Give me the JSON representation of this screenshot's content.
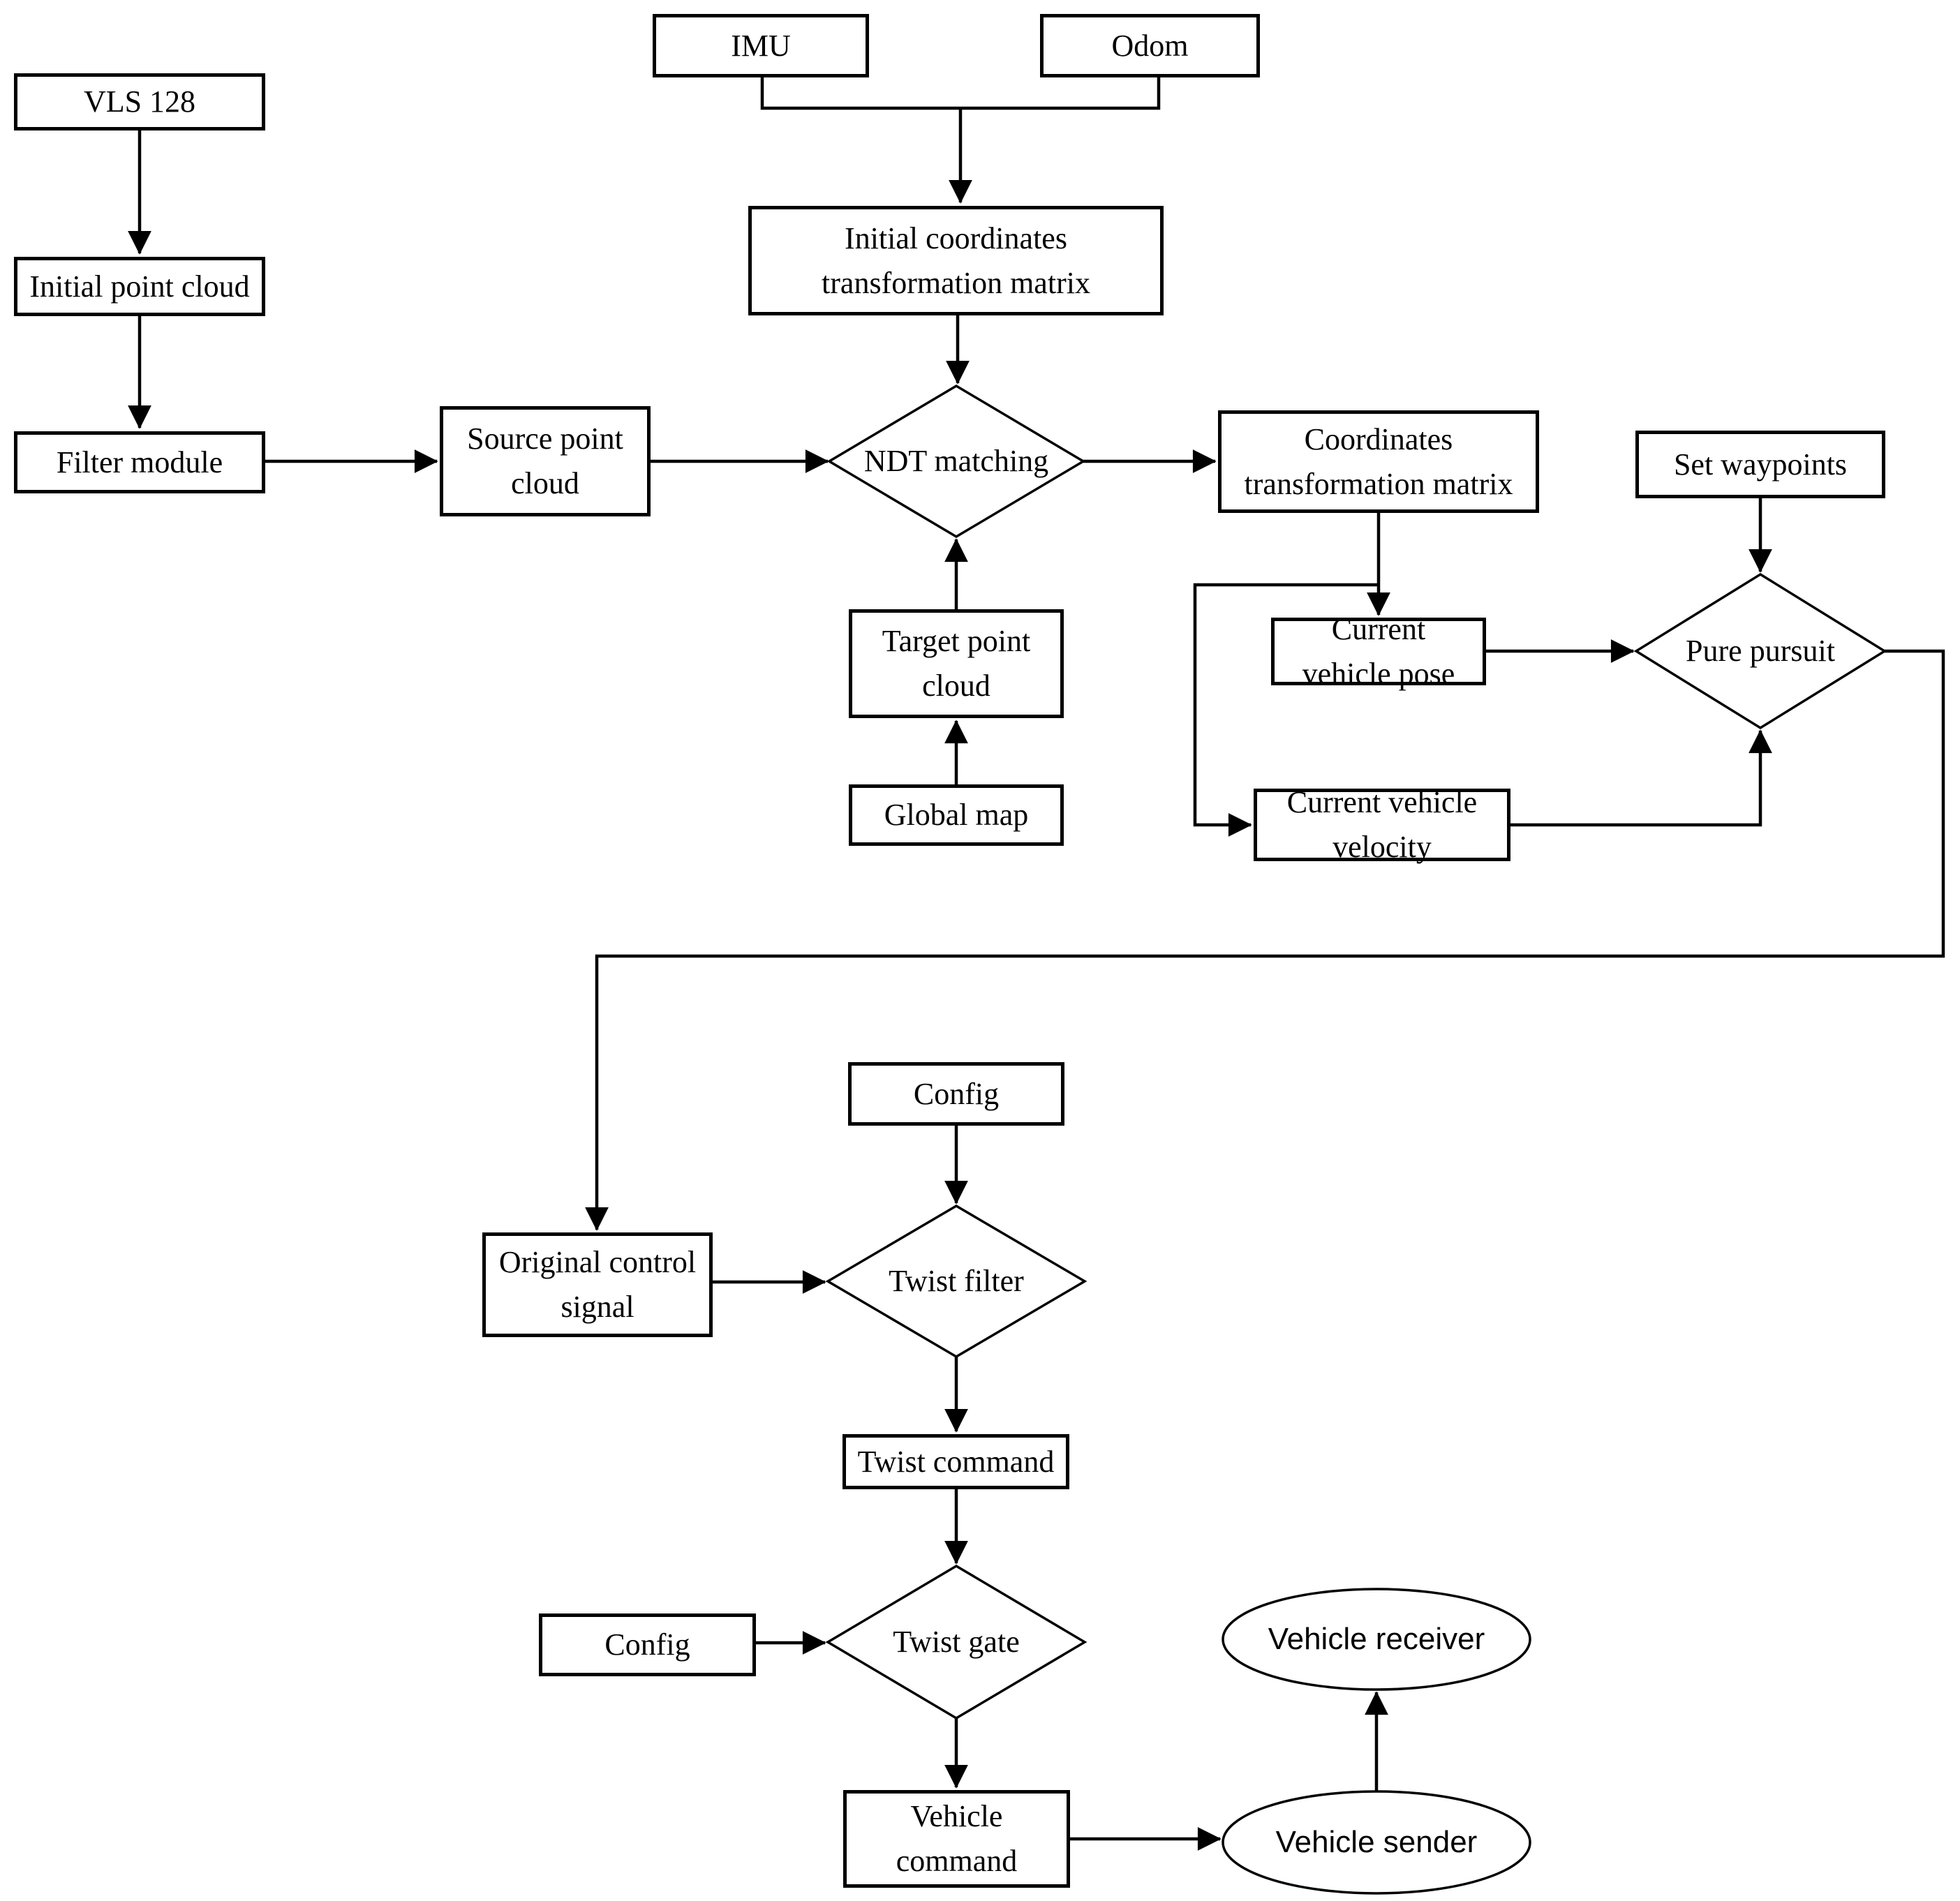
{
  "diagram": {
    "background_color": "#ffffff",
    "line_color": "#000000",
    "node_fill_color": "#ffffff",
    "nodes": {
      "vls128": {
        "label": "VLS 128",
        "shape": "rect"
      },
      "imu": {
        "label": "IMU",
        "shape": "rect"
      },
      "odom": {
        "label": "Odom",
        "shape": "rect"
      },
      "initial_coordinates_matrix": {
        "label": "Initial coordinates\ntransformation matrix",
        "shape": "rect"
      },
      "initial_point_cloud": {
        "label": "Initial point cloud",
        "shape": "rect"
      },
      "filter_module": {
        "label": "Filter module",
        "shape": "rect"
      },
      "source_point_cloud": {
        "label": "Source point\ncloud",
        "shape": "rect"
      },
      "ndt_matching": {
        "label": "NDT matching",
        "shape": "diamond"
      },
      "coordinates_matrix": {
        "label": "Coordinates\ntransformation matrix",
        "shape": "rect"
      },
      "set_waypoints": {
        "label": "Set waypoints",
        "shape": "rect"
      },
      "current_vehicle_pose": {
        "label": "Current\nvehicle pose",
        "shape": "rect"
      },
      "pure_pursuit": {
        "label": "Pure pursuit",
        "shape": "diamond"
      },
      "current_vehicle_velocity": {
        "label": "Current vehicle\nvelocity",
        "shape": "rect"
      },
      "target_point_cloud": {
        "label": "Target point\ncloud",
        "shape": "rect"
      },
      "global_map": {
        "label": "Global map",
        "shape": "rect"
      },
      "config_top": {
        "label": "Config",
        "shape": "rect"
      },
      "original_control_signal": {
        "label": "Original control\nsignal",
        "shape": "rect"
      },
      "twist_filter": {
        "label": "Twist filter",
        "shape": "diamond"
      },
      "twist_command": {
        "label": "Twist command",
        "shape": "rect"
      },
      "config_bottom": {
        "label": "Config",
        "shape": "rect"
      },
      "twist_gate": {
        "label": "Twist gate",
        "shape": "diamond"
      },
      "vehicle_command": {
        "label": "Vehicle\ncommand",
        "shape": "rect"
      },
      "vehicle_sender": {
        "label": "Vehicle sender",
        "shape": "ellipse"
      },
      "vehicle_receiver": {
        "label": "Vehicle receiver",
        "shape": "ellipse"
      }
    }
  }
}
